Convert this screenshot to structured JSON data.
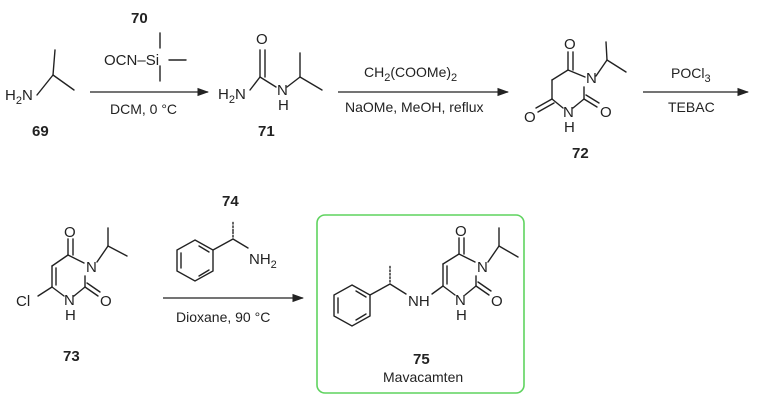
{
  "compounds": {
    "c69": "69",
    "c70": "70",
    "c71": "71",
    "c72": "72",
    "c73": "73",
    "c74": "74",
    "c75": "75",
    "c75_name": "Mavacamten"
  },
  "atoms": {
    "H": "H",
    "N": "N",
    "O": "O",
    "two": "2",
    "Cl": "Cl",
    "NH": "NH",
    "OCN": "OCN",
    "Si": "Si"
  },
  "conditions": {
    "step1_below": "DCM, 0 °C",
    "step2_above_main": "CH",
    "step2_above_sub1": "2",
    "step2_above_mid": "(COOMe)",
    "step2_above_sub2": "2",
    "step2_below": "NaOMe, MeOH, reflux",
    "step3_above_main": "POCl",
    "step3_above_sub": "3",
    "step3_below": "TEBAC",
    "step4_below": "Dioxane, 90 °C"
  },
  "colors": {
    "highlight_border": "#5fd35f",
    "ink": "#222222"
  }
}
